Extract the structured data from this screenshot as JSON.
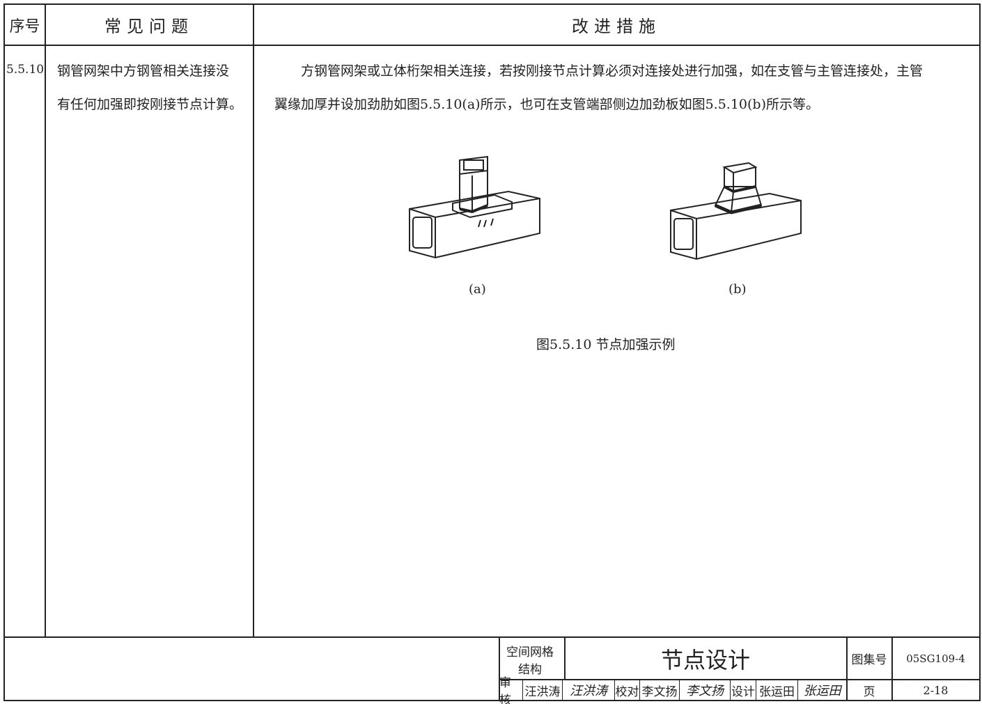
{
  "header": {
    "index": "序号",
    "problem": "常见问题",
    "measure": "改进措施"
  },
  "row": {
    "index": "5.5.10",
    "problem_lines": [
      "钢管网架中方钢管相关连接没",
      "有任何加强即按刚接节点计算。"
    ],
    "measure_lines": [
      "方钢管网架或立体桁架相关连接，若按刚接节点计算必须对连接处进行加强，如在支管与主管连接处，主管",
      "翼缘加厚并设加劲肋如图5.5.10(a)所示，也可在支管端部侧边加劲板如图5.5.10(b)所示等。"
    ],
    "figure_a_label": "(a)",
    "figure_b_label": "(b)",
    "figure_caption": "图5.5.10 节点加强示例"
  },
  "title_block": {
    "category": [
      "空间网格",
      "结构"
    ],
    "title": "节点设计",
    "atlas_label": "图集号",
    "atlas_no": "05SG109-4",
    "review_label": "审核",
    "reviewer": "汪洪涛",
    "reviewer_sig": "汪洪涛",
    "check_label": "校对",
    "checker": "李文扬",
    "checker_sig": "李文扬",
    "design_label": "设计",
    "designer": "张运田",
    "designer_sig": "张运田",
    "page_label": "页",
    "page_no": "2-18"
  }
}
